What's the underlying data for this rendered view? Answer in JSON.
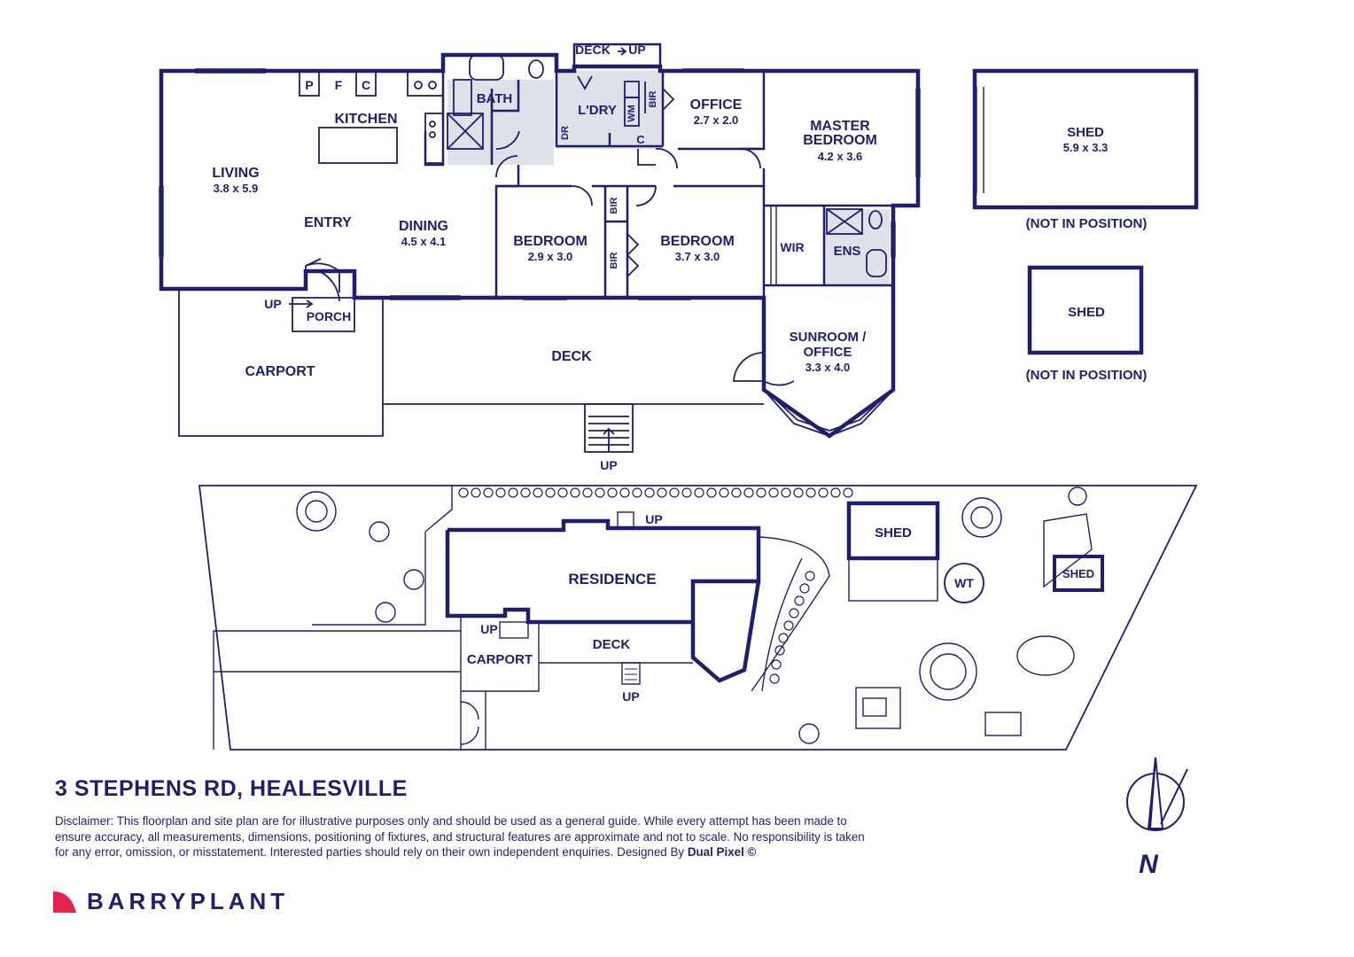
{
  "floorplan": {
    "living": {
      "name": "LIVING",
      "dims": "3.8 x 5.9"
    },
    "kitchen": {
      "name": "KITCHEN",
      "pantry": "P",
      "fridge": "F",
      "cupboard": "C"
    },
    "entry": "ENTRY",
    "dining": {
      "name": "DINING",
      "dims": "4.5 x 4.1"
    },
    "bath": "BATH",
    "laundry": {
      "name": "L'DRY",
      "wm": "WM",
      "dr": "DR",
      "cupboard": "C"
    },
    "top_deck": {
      "name": "DECK",
      "up": "UP"
    },
    "office": {
      "name": "OFFICE",
      "dims": "2.7 x 2.0"
    },
    "bir": "BIR",
    "master": {
      "line1": "MASTER",
      "line2": "BEDROOM",
      "dims": "4.2 x 3.6"
    },
    "bedroom2": {
      "name": "BEDROOM",
      "dims": "2.9 x 3.0"
    },
    "bedroom3": {
      "name": "BEDROOM",
      "dims": "3.7 x 3.0"
    },
    "wir": "WIR",
    "ens": "ENS",
    "porch": {
      "name": "PORCH",
      "up": "UP"
    },
    "carport": "CARPORT",
    "deck": {
      "name": "DECK",
      "up": "UP"
    },
    "sunroom": {
      "line1": "SUNROOM /",
      "line2": "OFFICE",
      "dims": "3.3 x 4.0"
    },
    "shed1": {
      "name": "SHED",
      "dims": "5.9 x 3.3",
      "note": "(NOT IN POSITION)"
    },
    "shed2": {
      "name": "SHED",
      "note": "(NOT IN POSITION)"
    }
  },
  "siteplan": {
    "residence": "RESIDENCE",
    "deck": "DECK",
    "carport": "CARPORT",
    "up_porch": "UP",
    "up_deck": "UP",
    "up_top": "UP",
    "shed": "SHED",
    "shed_small": "SHED",
    "wt": "WT"
  },
  "address": "3 STEPHENS RD, HEALESVILLE",
  "disclaimer": {
    "text": "Disclaimer: This floorplan and site plan are for illustrative purposes only and should be used as a general guide. While every attempt has been made to ensure accuracy, all measurements, dimensions, positioning of fixtures, and structural features are approximate and not to scale. No responsibility is taken for any error, omission, or misstatement. Interested parties should rely on their own independent enquiries. Designed By",
    "designer": "Dual Pixel ©"
  },
  "compass": "N",
  "brand": {
    "name": "BARRYPLANT",
    "color": "#e8224e"
  },
  "colors": {
    "ink": "#1f1f6e",
    "wet_area": "#dfe1e8"
  }
}
